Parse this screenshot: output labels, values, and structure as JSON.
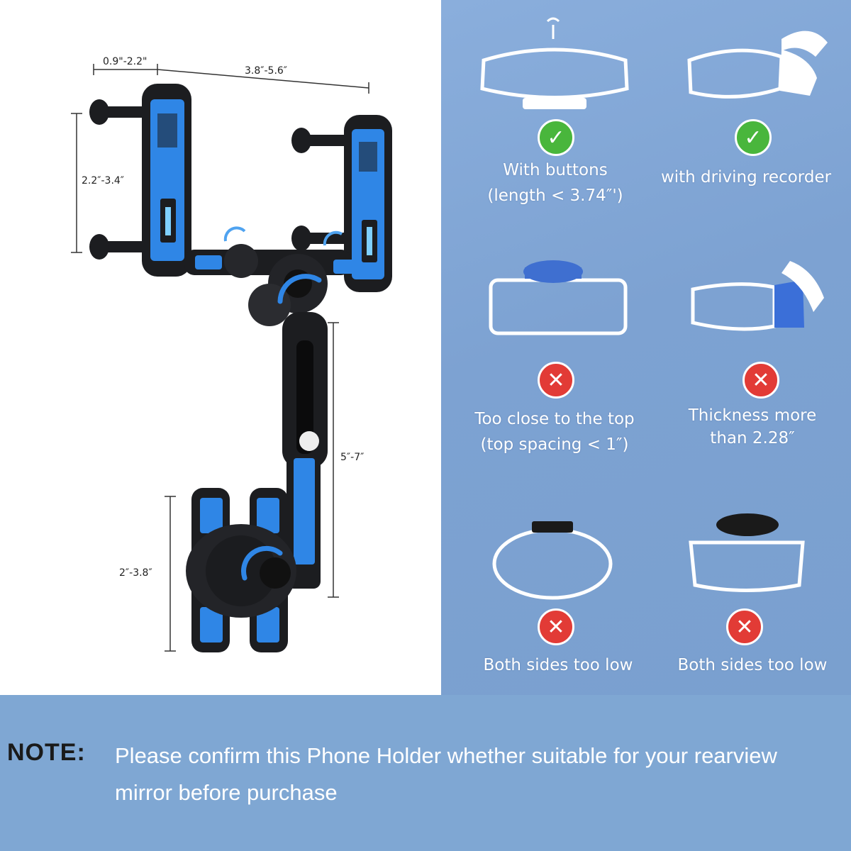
{
  "dimensions": {
    "width_range": "3.8″-5.6″",
    "clip_depth": "0.9\"-2.2\"",
    "clip_height": "2.2″-3.4″",
    "arm_length": "5″-7″",
    "phone_width": "2″-3.8″"
  },
  "compatibility": [
    {
      "status": "ok",
      "icon": "check-icon",
      "line1": "With buttons",
      "line2": "(length < 3.74″')"
    },
    {
      "status": "ok",
      "icon": "check-icon",
      "line1": "with driving recorder",
      "line2": ""
    },
    {
      "status": "bad",
      "icon": "cross-icon",
      "line1": "Too close to the top",
      "line2": "(top spacing < 1″)"
    },
    {
      "status": "bad",
      "icon": "cross-icon",
      "line1": "Thickness more",
      "line2": "than 2.28″"
    },
    {
      "status": "bad",
      "icon": "cross-icon",
      "line1": "Both sides too low",
      "line2": ""
    },
    {
      "status": "bad",
      "icon": "cross-icon",
      "line1": "Both sides too low",
      "line2": ""
    }
  ],
  "note": {
    "label": "NOTE:",
    "text": "Please confirm this Phone Holder whether suitable for your rearview mirror before purchase"
  },
  "colors": {
    "panel_blue": "#7da2d2",
    "note_bar": "#7fa7d3",
    "ok": "#49b63c",
    "bad": "#e23b36",
    "accent_blue": "#2f86e6",
    "holder_black": "#1c1d20"
  }
}
